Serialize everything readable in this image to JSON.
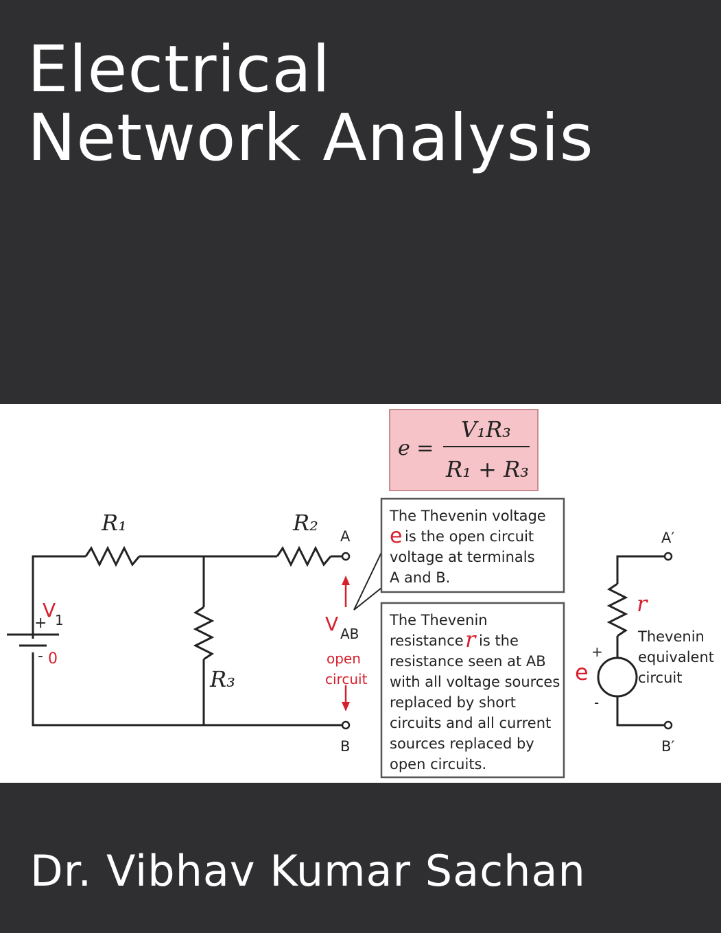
{
  "cover": {
    "title_line1": "Electrical",
    "title_line2": "Network Analysis",
    "author": "Dr. Vibhav Kumar Sachan"
  },
  "diagram": {
    "formula": {
      "lhs": "e =",
      "numerator": "V₁R₃",
      "denominator": "R₁ + R₃"
    },
    "labels": {
      "r1": "R₁",
      "r2": "R₂",
      "r3": "R₃",
      "terminal_a": "A",
      "terminal_b": "B",
      "source_plus": "+",
      "source_v": "V",
      "source_v_sub": "1",
      "source_minus": "-",
      "source_zero": "0",
      "vab": "V",
      "vab_sub": "AB",
      "open": "open",
      "circuit": "circuit",
      "a_prime": "A′",
      "b_prime": "B′",
      "r_small": "r",
      "e_small": "e",
      "plus": "+",
      "minus": "-",
      "thevenin": "Thevenin",
      "equivalent": "equivalent",
      "eq_circuit": "circuit"
    },
    "callout_voltage": {
      "line1": "The Thevenin voltage",
      "e_symbol": "e",
      "line2": " is the open circuit",
      "line3": "voltage at terminals",
      "line4": "A and B."
    },
    "callout_resistance": {
      "line1": "The Thevenin",
      "line2a": "resistance ",
      "r_symbol": "r",
      "line2b": " is the",
      "line3": "resistance seen at AB",
      "line4": "with all voltage sources",
      "line5": "replaced by short",
      "line6": "circuits and all current",
      "line7": "sources replaced by",
      "line8": "open circuits."
    },
    "colors": {
      "accent_red": "#d6202c",
      "formula_bg": "#f6c4c8",
      "wire": "#222222"
    }
  }
}
